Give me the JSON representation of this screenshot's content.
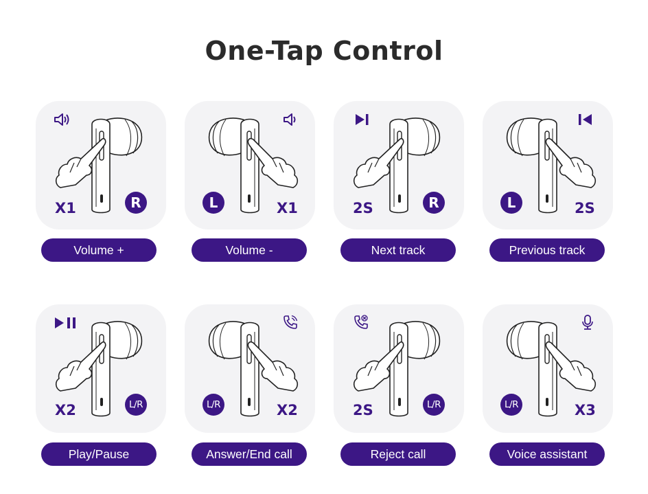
{
  "title": "One-Tap Control",
  "accent_color": "#3c1785",
  "cards": [
    {
      "label": "Volume +",
      "count": "X1",
      "side": "R",
      "icon": "volume-up-icon"
    },
    {
      "label": "Volume -",
      "count": "X1",
      "side": "L",
      "icon": "volume-down-icon"
    },
    {
      "label": "Next track",
      "count": "2S",
      "side": "R",
      "icon": "next-track-icon"
    },
    {
      "label": "Previous track",
      "count": "2S",
      "side": "L",
      "icon": "previous-track-icon"
    },
    {
      "label": "Play/Pause",
      "count": "X2",
      "side": "L/R",
      "icon": "play-pause-icon"
    },
    {
      "label": "Answer/End call",
      "count": "X2",
      "side": "L/R",
      "icon": "phone-call-icon"
    },
    {
      "label": "Reject call",
      "count": "2S",
      "side": "L/R",
      "icon": "reject-call-icon"
    },
    {
      "label": "Voice assistant",
      "count": "X3",
      "side": "L/R",
      "icon": "microphone-icon"
    }
  ]
}
